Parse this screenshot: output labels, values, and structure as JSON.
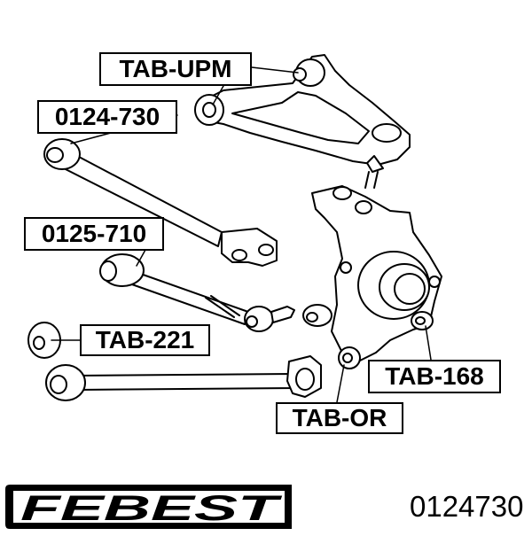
{
  "labels": {
    "upper_arm": "TAB-UPM",
    "trailing_arm": "0124-730",
    "lateral_link": "0125-710",
    "small_bushing": "TAB-221",
    "hub_bushing": "TAB-168",
    "knuckle_bushing": "TAB-OR"
  },
  "brand": "FEBEST",
  "part_number": "0124730"
}
